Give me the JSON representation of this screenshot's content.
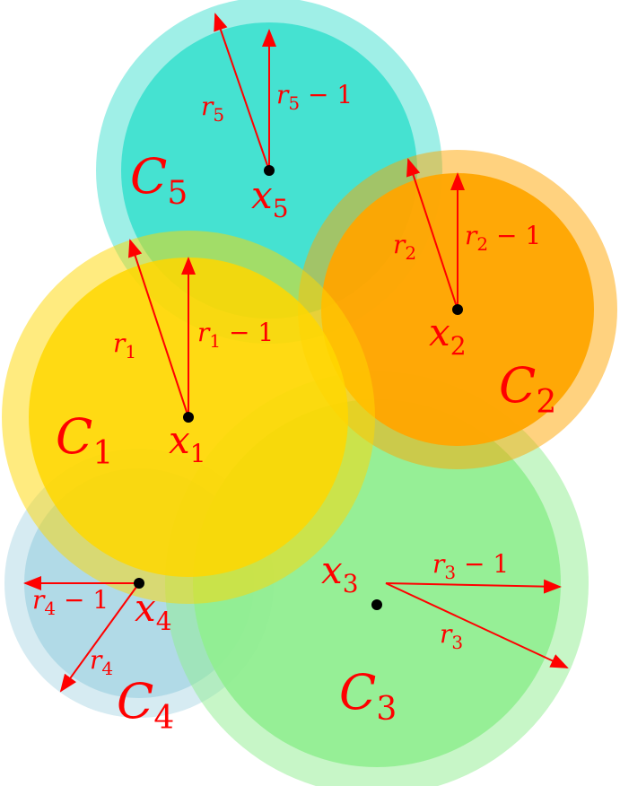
{
  "diagram": {
    "colors": {
      "arrow": "#ff0000",
      "label": "#ff0000",
      "center": "#000000",
      "C1": "#ffd700",
      "C2": "#ffa500",
      "C3": "#90ee90",
      "C4": "#add8e6",
      "C5": "#40e0d0"
    },
    "circles": {
      "C1": {
        "name": "C",
        "sub": "1",
        "center_name": "x",
        "center_sub": "1",
        "r": "r",
        "r_sub": "1",
        "r_minus": "r",
        "r_minus_sub": "1",
        "r_minus_tail": " − 1"
      },
      "C2": {
        "name": "C",
        "sub": "2",
        "center_name": "x",
        "center_sub": "2",
        "r": "r",
        "r_sub": "2",
        "r_minus": "r",
        "r_minus_sub": "2",
        "r_minus_tail": " − 1"
      },
      "C3": {
        "name": "C",
        "sub": "3",
        "center_name": "x",
        "center_sub": "3",
        "r": "r",
        "r_sub": "3",
        "r_minus": "r",
        "r_minus_sub": "3",
        "r_minus_tail": " − 1"
      },
      "C4": {
        "name": "C",
        "sub": "4",
        "center_name": "x",
        "center_sub": "4",
        "r": "r",
        "r_sub": "4",
        "r_minus": "r",
        "r_minus_sub": "4",
        "r_minus_tail": " − 1"
      },
      "C5": {
        "name": "C",
        "sub": "5",
        "center_name": "x",
        "center_sub": "5",
        "r": "r",
        "r_sub": "5",
        "r_minus": "r",
        "r_minus_sub": "5",
        "r_minus_tail": " − 1"
      }
    }
  }
}
